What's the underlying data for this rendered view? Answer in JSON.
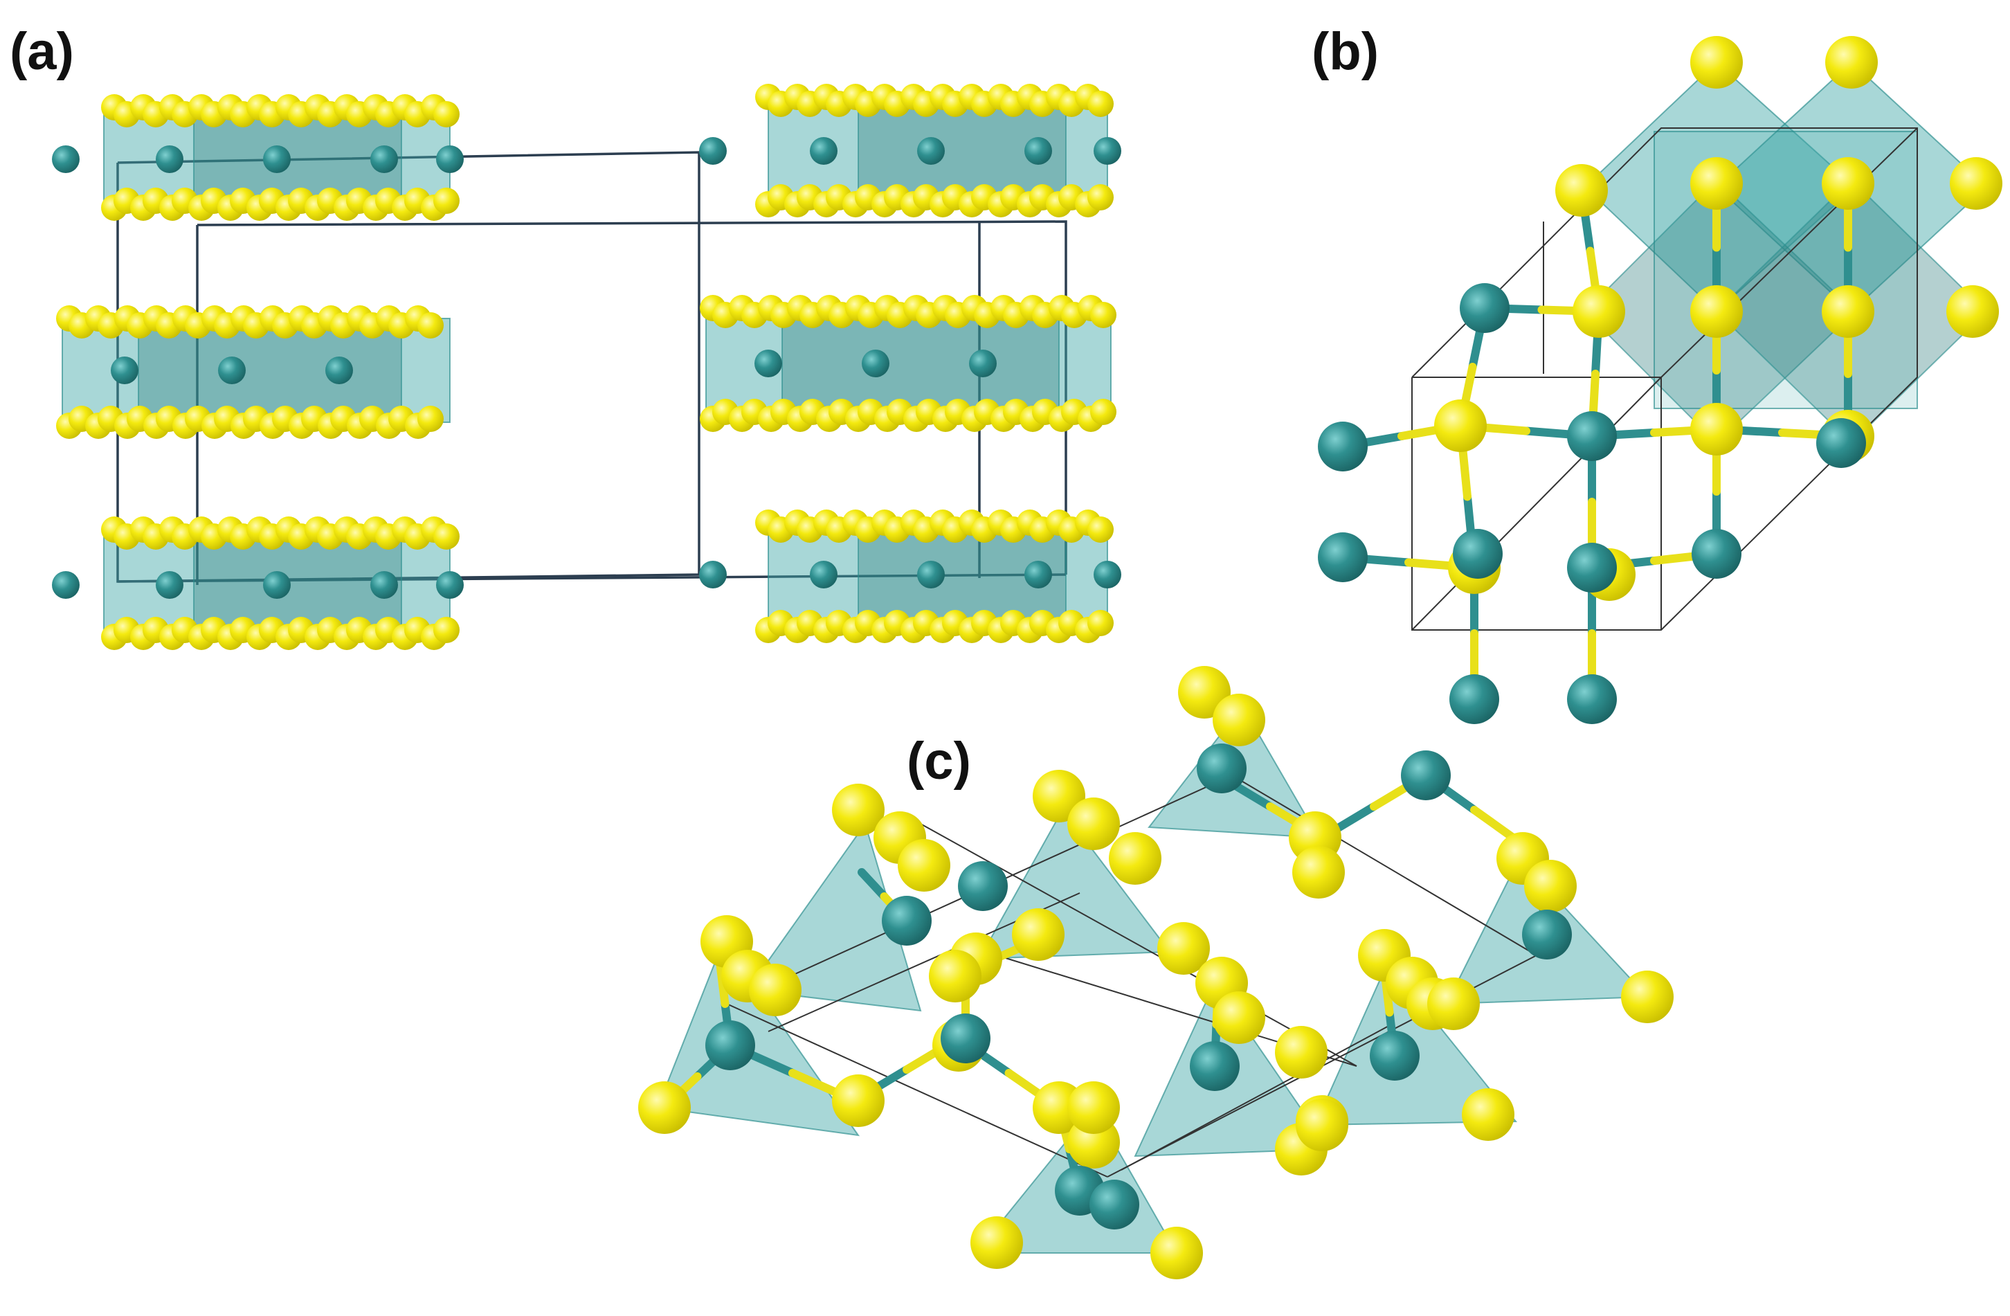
{
  "panels": [
    {
      "id": "a",
      "label": "(a)"
    },
    {
      "id": "b",
      "label": "(b)"
    },
    {
      "id": "c",
      "label": "(c)"
    }
  ],
  "colors": {
    "sulfur_atom": "#f0e60f",
    "metal_atom": "#2e8b8b",
    "polyhedron": "#5fb8b8",
    "cell_edge": "#2c3e50"
  }
}
